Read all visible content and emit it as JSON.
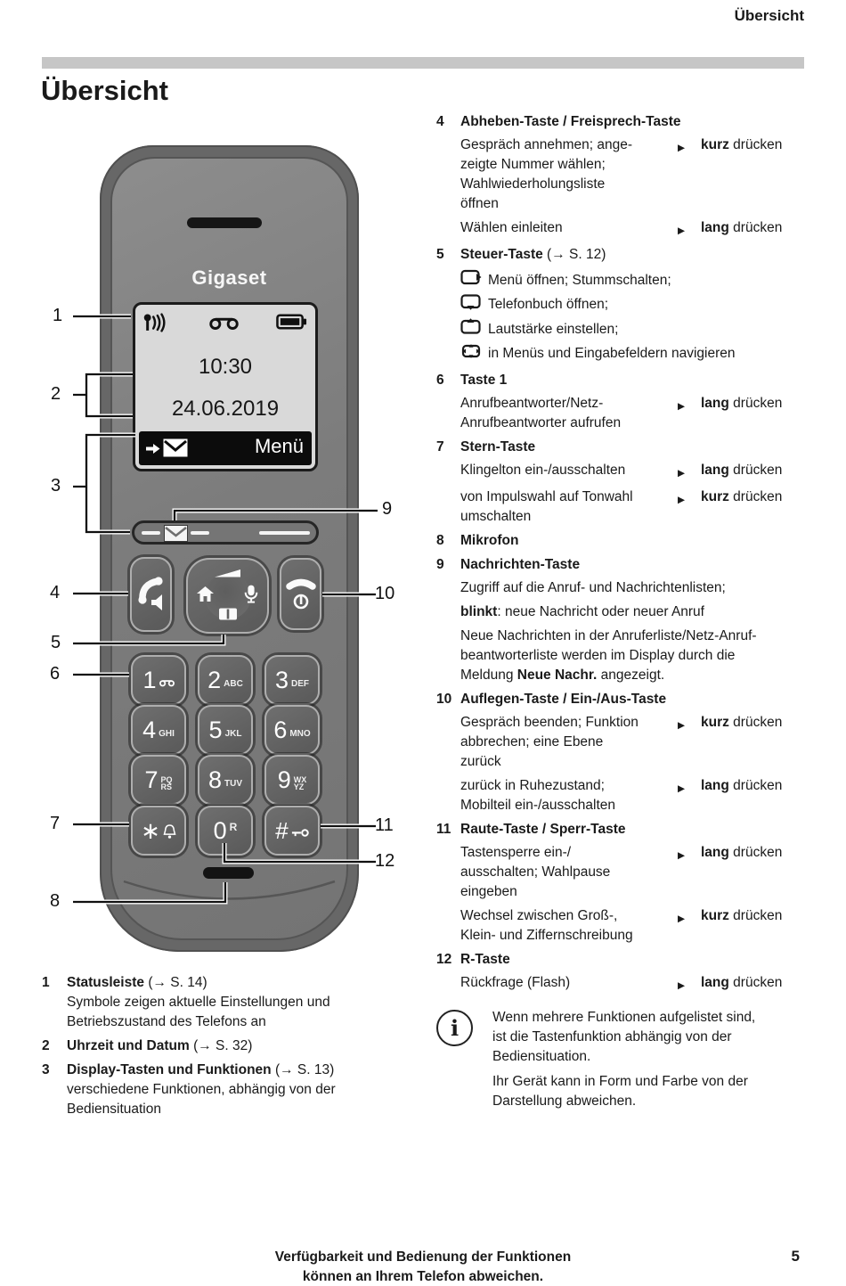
{
  "page": {
    "header_right": "Übersicht",
    "title": "Übersicht",
    "footer_line1": "Verfügbarkeit und Bedienung der Funktionen",
    "footer_line2": "können an Ihrem Telefon abweichen.",
    "page_number": "5"
  },
  "phone": {
    "brand": "Gigaset",
    "display": {
      "time": "10:30",
      "date": "24.06.2019",
      "softkey_right": "Menü",
      "status_icons": [
        "signal-strength-icon",
        "answering-machine-icon",
        "battery-icon"
      ],
      "softkey_left_icons": [
        "arrow-right-icon",
        "envelope-icon"
      ]
    },
    "keypad_rows": [
      [
        {
          "digit": "1",
          "icon": "voicemail-tape-icon"
        },
        {
          "digit": "2",
          "letters": [
            "ABC"
          ]
        },
        {
          "digit": "3",
          "letters": [
            "DEF"
          ]
        }
      ],
      [
        {
          "digit": "4",
          "letters": [
            "GHI"
          ]
        },
        {
          "digit": "5",
          "letters": [
            "JKL"
          ]
        },
        {
          "digit": "6",
          "letters": [
            "MNO"
          ]
        }
      ],
      [
        {
          "digit": "7",
          "letters": [
            "PQ",
            "RS"
          ]
        },
        {
          "digit": "8",
          "letters": [
            "TUV"
          ]
        },
        {
          "digit": "9",
          "letters": [
            "WX",
            "YZ"
          ]
        }
      ],
      [
        {
          "digit": "∗",
          "icon": "bell-icon"
        },
        {
          "digit": "0",
          "letters": [
            "R"
          ]
        },
        {
          "digit": "#",
          "icon": "key-lock-icon"
        }
      ]
    ],
    "callout_numbers_left": [
      "1",
      "2",
      "3",
      "4",
      "5",
      "6",
      "7",
      "8"
    ],
    "callout_numbers_right": [
      "9",
      "10",
      "11",
      "12"
    ]
  },
  "legend_left": [
    {
      "num": "1",
      "title": "Statusleiste",
      "ref": "S. 14",
      "desc": "Symbole zeigen aktuelle Einstellungen und\nBetriebszustand des Telefons an"
    },
    {
      "num": "2",
      "title": "Uhrzeit und Datum",
      "ref": "S. 32"
    },
    {
      "num": "3",
      "title": "Display-Tasten und Funktionen",
      "ref": "S. 13",
      "desc": "verschiedene Funktionen, abhängig von der\nBediensituation"
    }
  ],
  "legend_right": {
    "action_suffix": "drücken",
    "items": [
      {
        "num": "4",
        "title": "Abheben-Taste / Freisprech-Taste",
        "rows": [
          {
            "text": "Gespräch annehmen; ange-\nzeigte Nummer wählen;\nWahlwiederholungsliste\nöffnen",
            "action": "kurz"
          },
          {
            "text": "Wählen einleiten",
            "action": "lang"
          }
        ]
      },
      {
        "num": "5",
        "title": "Steuer-Taste",
        "ref": "S. 12",
        "icon_rows": [
          {
            "icon": "control-key-right-icon",
            "text": "Menü öffnen; Stummschalten;"
          },
          {
            "icon": "control-key-down-icon",
            "text": "Telefonbuch öffnen;"
          },
          {
            "icon": "control-key-up-icon",
            "text": "Lautstärke einstellen;"
          },
          {
            "icon": "control-key-nav-icon",
            "text": "in Menüs und Eingabefeldern navigieren"
          }
        ]
      },
      {
        "num": "6",
        "title": "Taste 1",
        "rows": [
          {
            "text": "Anrufbeantworter/Netz-\nAnrufbeantworter aufrufen",
            "action": "lang"
          }
        ]
      },
      {
        "num": "7",
        "title": "Stern-Taste",
        "rows": [
          {
            "text": "Klingelton ein-/ausschalten",
            "action": "lang"
          },
          {
            "text": "von Impulswahl auf Tonwahl\numschalten",
            "action": "kurz"
          }
        ]
      },
      {
        "num": "8",
        "title": "Mikrofon"
      },
      {
        "num": "9",
        "title": "Nachrichten-Taste",
        "rows": [
          {
            "text": "Zugriff auf die Anruf- und Nachrichtenlisten;"
          },
          {
            "text": "**blinkt**: neue Nachricht oder neuer Anruf"
          },
          {
            "text": "Neue Nachrichten in der Anruferliste/Netz-Anruf-\nbeantworterliste werden im Display durch die\nMeldung **Neue Nachr.** angezeigt."
          }
        ]
      },
      {
        "num": "10",
        "title": "Auflegen-Taste / Ein-/Aus-Taste",
        "rows": [
          {
            "text": "Gespräch beenden; Funktion\nabbrechen; eine Ebene\nzurück",
            "action": "kurz"
          },
          {
            "text": "zurück in Ruhezustand;\nMobilteil ein-/ausschalten",
            "action": "lang"
          }
        ]
      },
      {
        "num": "11",
        "title": "Raute-Taste / Sperr-Taste",
        "rows": [
          {
            "text": "Tastensperre ein-/\nausschalten; Wahlpause\neingeben",
            "action": "lang"
          },
          {
            "text": "Wechsel zwischen Groß-,\nKlein- und Ziffernschreibung",
            "action": "kurz"
          }
        ]
      },
      {
        "num": "12",
        "title": "R-Taste",
        "rows": [
          {
            "text": "Rückfrage (Flash)",
            "action": "lang"
          }
        ]
      }
    ]
  },
  "note": {
    "icon": "info-icon",
    "paragraphs": [
      "Wenn mehrere Funktionen aufgelistet sind,\nist die Tastenfunktion abhängig von der\nBediensituation.",
      "Ihr Gerät kann in Form und Farbe von der\nDarstellung abweichen."
    ]
  }
}
